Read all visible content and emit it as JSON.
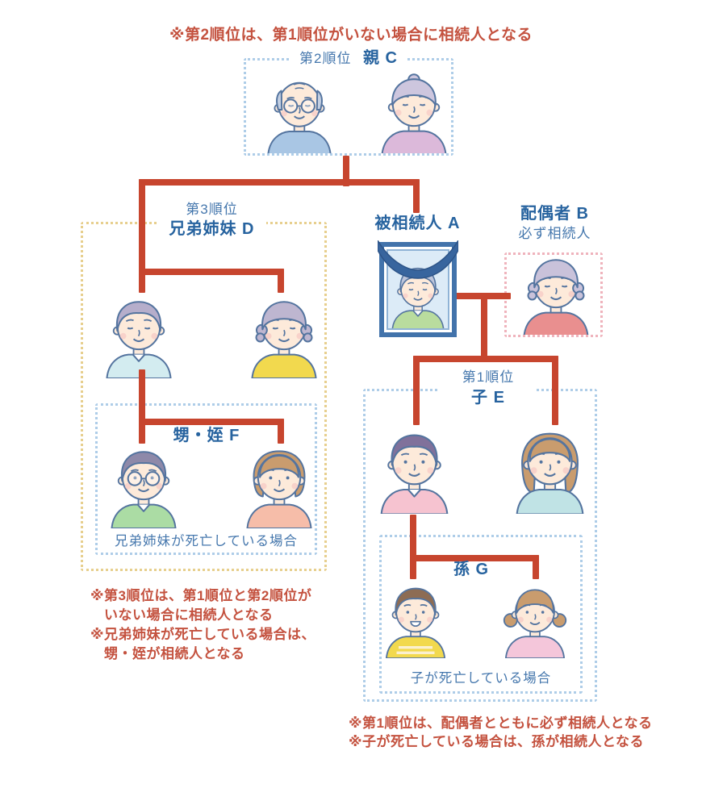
{
  "note_top": "※第2順位は、第1順位がいない場合に相続人となる",
  "groups": {
    "parents": {
      "order": "第2順位",
      "name": "親 C"
    },
    "siblings": {
      "order": "第3順位",
      "name": "兄弟姉妹 D"
    },
    "deceased": {
      "name": "被相続人 A"
    },
    "spouse": {
      "name": "配偶者 B",
      "sub": "必ず相続人"
    },
    "children": {
      "order": "第1順位",
      "name": "子 E"
    },
    "nephews": {
      "name": "甥・姪 F",
      "caption": "兄弟姉妹が死亡している場合"
    },
    "grandchildren": {
      "name": "孫 G",
      "caption": "子が死亡している場合"
    }
  },
  "notes_left": {
    "l1": "※第3順位は、第1順位と第2順位が",
    "l2": "いない場合に相続人となる",
    "l3": "※兄弟姉妹が死亡している場合は、",
    "l4": "甥・姪が相続人となる"
  },
  "notes_right": {
    "l1": "※第1順位は、配偶者とともに必ず相続人となる",
    "l2": "※子が死亡している場合は、孫が相続人となる"
  },
  "colors": {
    "connector_red": "#c7452e",
    "note_red": "#c4523f",
    "label_blue": "#4577ad",
    "name_blue": "#27639f",
    "border_blue": "#aecde8",
    "border_yellow": "#e7cf8e",
    "border_pink": "#efb3bc",
    "frame_blue": "#4273ab",
    "ribbon_blue": "#38659e"
  },
  "avatars": {
    "grandfather": {
      "label": "grandfather-bald-glasses",
      "hair": "bald",
      "hair_color": "#c3cfe2",
      "shirt": "#a9c6e4",
      "glasses": true,
      "elder": true
    },
    "grandmother": {
      "label": "grandmother-bun",
      "hair": "bun",
      "hair_color": "#cdc6de",
      "shirt": "#dcb9da",
      "elder": true
    },
    "brother": {
      "label": "older-brother",
      "hair": "short",
      "hair_color": "#b6aecb",
      "shirt": "#d3ecf0",
      "elder": true,
      "collar": true
    },
    "sister": {
      "label": "older-sister",
      "hair": "curly",
      "hair_color": "#beb6d0",
      "shirt": "#f2d94e",
      "elder": true
    },
    "deceased": {
      "label": "deceased-man-portrait",
      "hair": "short",
      "hair_color": "#bcc4da",
      "shirt": "#b9dc9e",
      "elder": true,
      "collar": true
    },
    "spouse": {
      "label": "spouse-grandmother",
      "hair": "curly",
      "hair_color": "#c9c2da",
      "shirt": "#e98f8f",
      "elder": true
    },
    "nephew": {
      "label": "nephew-glasses",
      "hair": "short",
      "hair_color": "#8e89a9",
      "shirt": "#abdca4",
      "glasses": true,
      "collar": true
    },
    "niece": {
      "label": "niece-bob",
      "hair": "bob",
      "hair_color": "#c99c6e",
      "shirt": "#f6bda9"
    },
    "son": {
      "label": "son",
      "hair": "short",
      "hair_color": "#80719b",
      "shirt": "#f6c3d0",
      "collar": true
    },
    "daughter": {
      "label": "daughter-long-hair",
      "hair": "long",
      "hair_color": "#c99c6e",
      "shirt": "#c0e3e5"
    },
    "grandson": {
      "label": "grandson-boy",
      "hair": "boy",
      "hair_color": "#8d6c54",
      "shirt": "#f2d94e",
      "mouth": "open",
      "stripes": true
    },
    "granddaughter": {
      "label": "granddaughter-pigtails",
      "hair": "pigtails",
      "hair_color": "#c99c6e",
      "shirt": "#f4c6da"
    }
  }
}
